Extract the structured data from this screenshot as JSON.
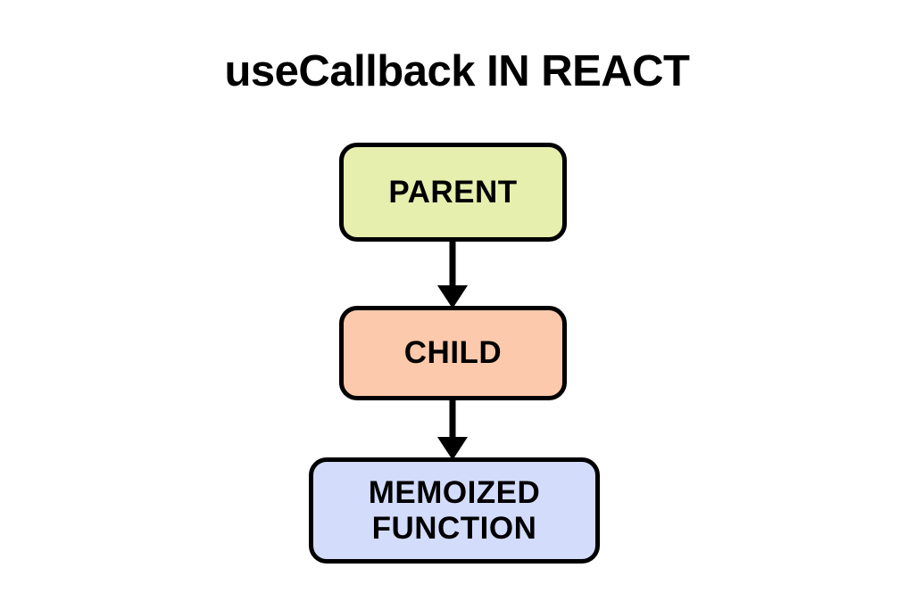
{
  "title": "useCallback IN REACT",
  "background_color": "#FFFFFF",
  "stroke_color": "#000000",
  "diagram": {
    "type": "flowchart",
    "direction": "top-to-bottom",
    "nodes": [
      {
        "id": "parent",
        "label": "PARENT",
        "fill_color": "#E6EFAE",
        "shape": "rounded-rectangle"
      },
      {
        "id": "child",
        "label": "CHILD",
        "fill_color": "#FCC9AC",
        "shape": "rounded-rectangle"
      },
      {
        "id": "memoized-function",
        "label_line1": "MEMOIZED",
        "label_line2": "FUNCTION",
        "fill_color": "#D3DCFB",
        "shape": "rounded-rectangle"
      }
    ],
    "edges": [
      {
        "id": "parent-to-child",
        "from": "parent",
        "to": "child",
        "arrowhead": "solid-triangle"
      },
      {
        "id": "child-to-memoized",
        "from": "child",
        "to": "memoized-function",
        "arrowhead": "solid-triangle"
      }
    ]
  }
}
